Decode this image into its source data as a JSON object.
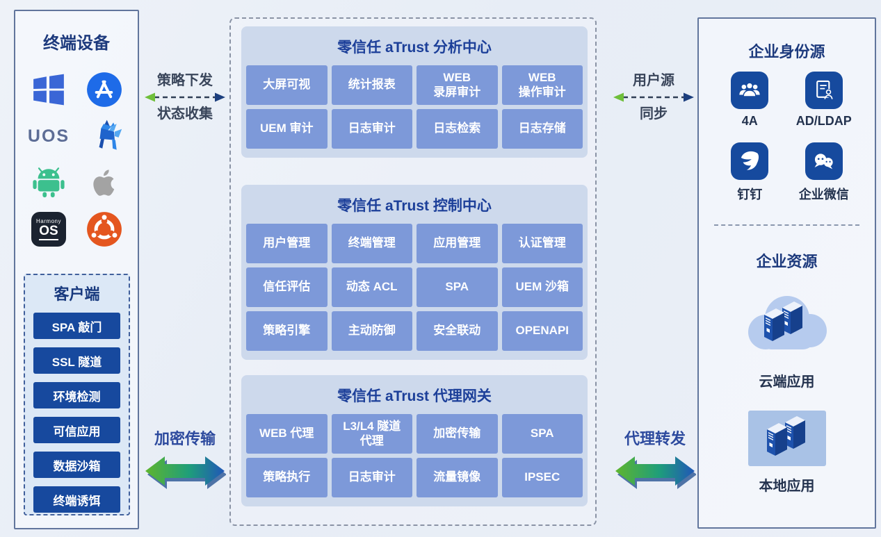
{
  "left_panel": {
    "title": "终端设备",
    "os": {
      "uos_label": "UOS",
      "harmony_small": "Harmony",
      "harmony_big": "OS"
    },
    "client": {
      "title": "客户端",
      "items": [
        "SPA 敲门",
        "SSL 隧道",
        "环境检测",
        "可信应用",
        "数据沙箱",
        "终端诱饵"
      ]
    }
  },
  "links": {
    "policy": {
      "top": "策略下发",
      "bottom": "状态收集"
    },
    "user": {
      "top": "用户源",
      "bottom": "同步"
    },
    "encrypt": {
      "label": "加密传输"
    },
    "proxy": {
      "label": "代理转发"
    }
  },
  "center": {
    "boxes": [
      {
        "title": "零信任 aTrust 分析中心",
        "cells": [
          "大屏可视",
          "统计报表",
          "WEB\n录屏审计",
          "WEB\n操作审计",
          "UEM 审计",
          "日志审计",
          "日志检索",
          "日志存储"
        ]
      },
      {
        "title": "零信任 aTrust 控制中心",
        "cells": [
          "用户管理",
          "终端管理",
          "应用管理",
          "认证管理",
          "信任评估",
          "动态 ACL",
          "SPA",
          "UEM 沙箱",
          "策略引擎",
          "主动防御",
          "安全联动",
          "OPENAPI"
        ]
      },
      {
        "title": "零信任 aTrust 代理网关",
        "cells": [
          "WEB 代理",
          "L3/L4 隧道\n代理",
          "加密传输",
          "SPA",
          "策略执行",
          "日志审计",
          "流量镜像",
          "IPSEC"
        ]
      }
    ]
  },
  "right_panel": {
    "identity": {
      "title": "企业身份源",
      "items": [
        {
          "label": "4A"
        },
        {
          "label": "AD/LDAP"
        },
        {
          "label": "钉钉"
        },
        {
          "label": "企业微信"
        }
      ]
    },
    "resources": {
      "title": "企业资源",
      "items": [
        {
          "label": "云端应用"
        },
        {
          "label": "本地应用"
        }
      ]
    }
  },
  "colors": {
    "cell_blue": "#7d99d9",
    "deep_blue_button": "#17499e",
    "icon_navy": "#164a9e",
    "title_navy": "#1c3f99",
    "arrow_green": "#5fb52e",
    "arrow_blue": "#2057b8",
    "box_bg": "#cdd9ec"
  }
}
